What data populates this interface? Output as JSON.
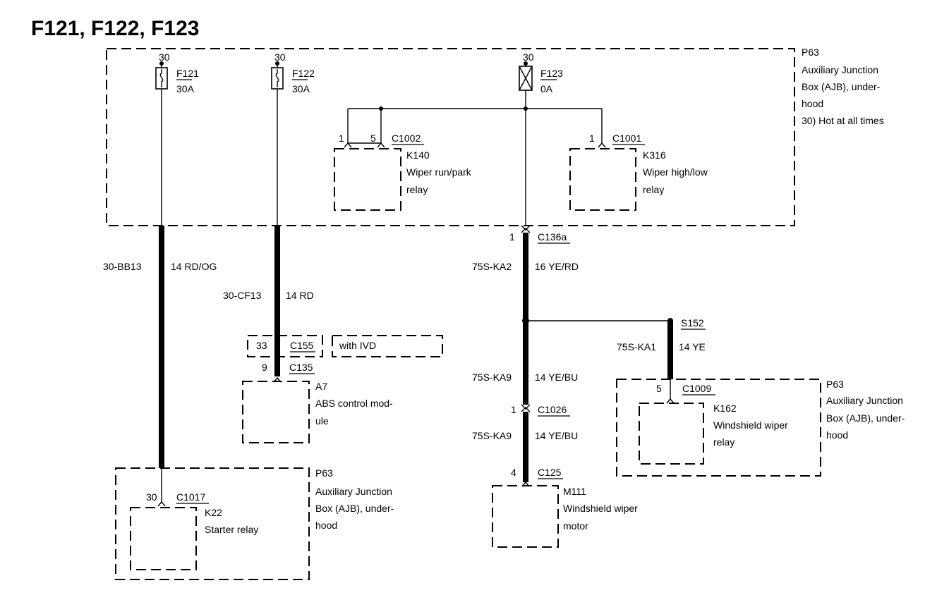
{
  "title": "F121, F122, F123",
  "ajb": {
    "id": "P63",
    "line1": "Auxiliary Junction",
    "line2": "Box (AJB), under-",
    "line3": "hood",
    "note": "30)  Hot at all times"
  },
  "fuses": [
    {
      "pin": "30",
      "id": "F121",
      "rating": "30A"
    },
    {
      "pin": "30",
      "id": "F122",
      "rating": "30A"
    },
    {
      "pin": "30",
      "id": "F123",
      "rating": "0A"
    }
  ],
  "k140": {
    "pin_a": "1",
    "pin_b": "5",
    "connector": "C1002",
    "id": "K140",
    "line1": "Wiper run/park",
    "line2": "relay"
  },
  "k316": {
    "pin": "1",
    "connector": "C1001",
    "id": "K316",
    "line1": "Wiper high/low",
    "line2": "relay"
  },
  "wire_bb13": {
    "circuit": "30-BB13",
    "spec": "14 RD/OG"
  },
  "wire_cf13": {
    "circuit": "30-CF13",
    "spec": "14 RD"
  },
  "c155": {
    "pin": "33",
    "connector": "C155",
    "note": "with IVD"
  },
  "a7": {
    "pin": "9",
    "connector": "C135",
    "id": "A7",
    "line1": "ABS control mod-",
    "line2": "ule"
  },
  "starter": {
    "id": "P63",
    "line1": "Auxiliary Junction",
    "line2": "Box (AJB), under-",
    "line3": "hood",
    "pin": "30",
    "connector": "C1017",
    "relay_id": "K22",
    "relay_name": "Starter relay"
  },
  "c136a": {
    "pin": "1",
    "connector": "C136a"
  },
  "wire_ka2": {
    "circuit": "75S-KA2",
    "spec": "16 YE/RD"
  },
  "s152": {
    "id": "S152"
  },
  "wire_ka1": {
    "circuit": "75S-KA1",
    "spec": "14 YE"
  },
  "wire_ka9a": {
    "circuit": "75S-KA9",
    "spec": "14 YE/BU"
  },
  "c1026": {
    "pin": "1",
    "connector": "C1026"
  },
  "wire_ka9b": {
    "circuit": "75S-KA9",
    "spec": "14 YE/BU"
  },
  "m111": {
    "pin": "4",
    "connector": "C125",
    "id": "M111",
    "line1": "Windshield wiper",
    "line2": "motor"
  },
  "wiper_ajb": {
    "id": "P63",
    "line1": "Auxiliary Junction",
    "line2": "Box (AJB), under-",
    "line3": "hood",
    "pin": "5",
    "connector": "C1009",
    "relay_id": "K162",
    "relay_line1": "Windshield wiper",
    "relay_line2": "relay"
  }
}
